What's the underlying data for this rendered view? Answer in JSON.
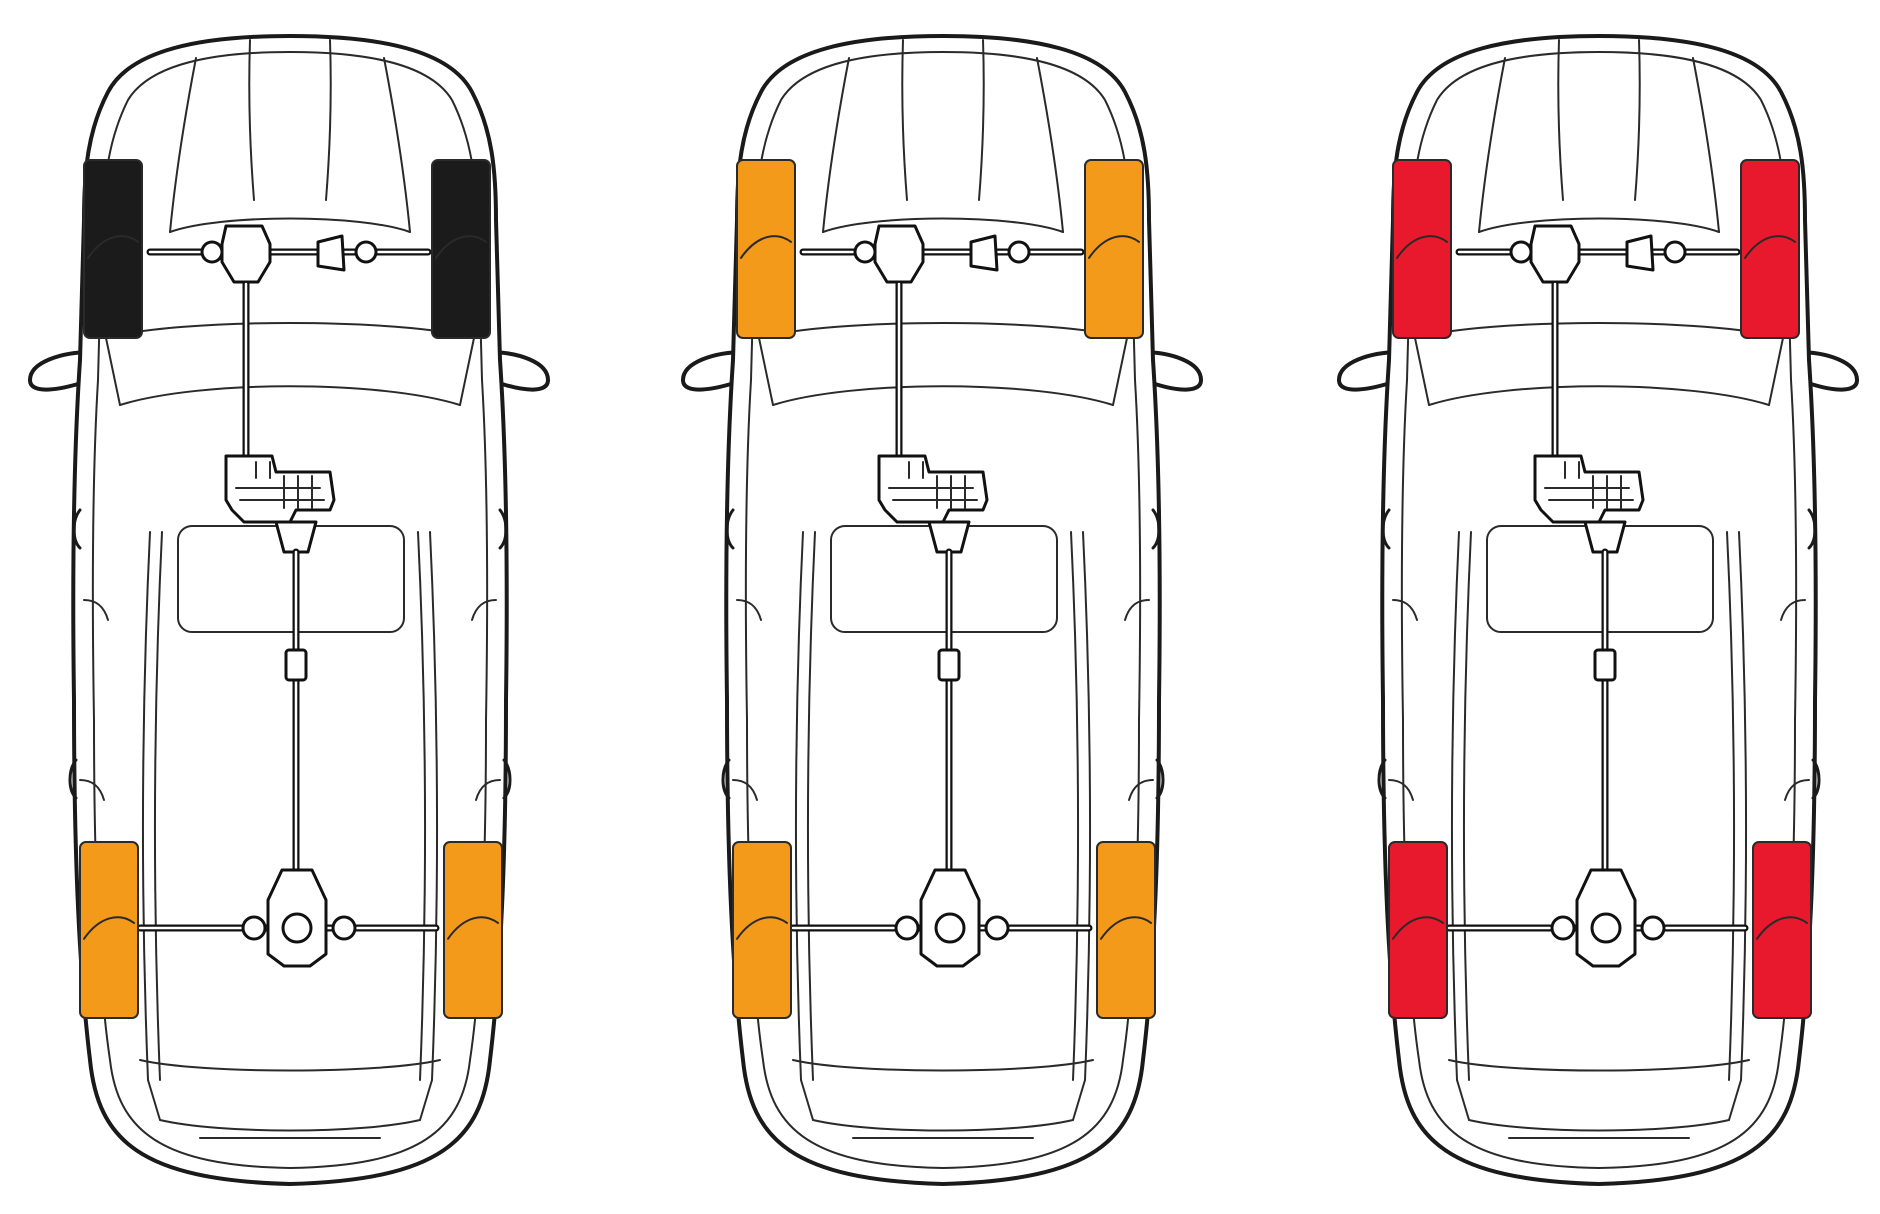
{
  "diagram": {
    "cars": [
      {
        "id": "car-1",
        "wheels": {
          "front": "black",
          "rear": "orange"
        }
      },
      {
        "id": "car-2",
        "wheels": {
          "front": "orange",
          "rear": "orange"
        }
      },
      {
        "id": "car-3",
        "wheels": {
          "front": "red",
          "rear": "red"
        }
      }
    ],
    "colors": {
      "black": "#1b1b1b",
      "orange": "#f39a1b",
      "red": "#e8192c",
      "outline": "#1a1a1a"
    }
  }
}
